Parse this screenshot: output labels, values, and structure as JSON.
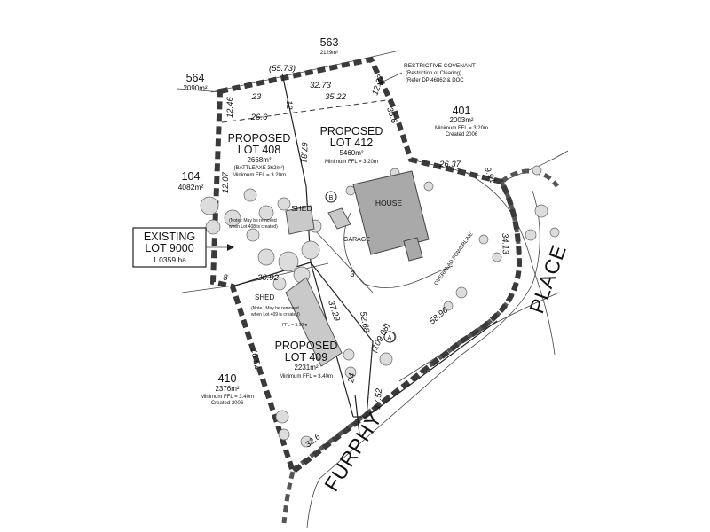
{
  "adjoining_lots": [
    {
      "id": "563",
      "area": "2129m²"
    },
    {
      "id": "564",
      "area": "2090m²"
    },
    {
      "id": "401",
      "area": "2003m²",
      "ffl": "Minimum FFL = 3.20m",
      "created": "Created 2006"
    },
    {
      "id": "104",
      "area": "4082m²"
    },
    {
      "id": "410",
      "area": "2376m²",
      "ffl": "Minimum FFL = 3.40m",
      "created": "Created 2006"
    }
  ],
  "proposed_lots": [
    {
      "line1": "PROPOSED",
      "line2": "LOT 408",
      "area": "2668m²",
      "note": "(BATTLEAXE 362m²)",
      "ffl": "Minimum FFL = 3.20m"
    },
    {
      "line1": "PROPOSED",
      "line2": "LOT 412",
      "area": "5460m²",
      "ffl": "Minimum FFL = 3.20m"
    },
    {
      "line1": "PROPOSED",
      "line2": "LOT 409",
      "area": "2231m²",
      "ffl": "Minimum FFL = 3.40m"
    }
  ],
  "existing_lot": {
    "line1": "EXISTING",
    "line2": "LOT 9000",
    "area": "1.0359 ha"
  },
  "covenant": {
    "line1": "RESTRICTIVE COVENANT",
    "line2": "(Restriction of Clearing)",
    "line3": "(Refer DP 46862 & DOC"
  },
  "structures": {
    "house": "HOUSE",
    "garage": "GARAGE",
    "shed_upper": "SHED",
    "shed_upper_note1": "(Note : May be removed",
    "shed_upper_note2": "when Lot 408 is created)",
    "shed_lower": "SHED",
    "shed_lower_note1": "(Note : May be removed",
    "shed_lower_note2": "when Lot 409 is created)",
    "shed_lower_ffl": "FFL = 3.10m",
    "powerline": "OVERHEAD POWERLINE"
  },
  "roads": {
    "word1": "FURPHY",
    "word2": "PLACE"
  },
  "markers": {
    "a": "A",
    "b": "B"
  },
  "dimensions": {
    "d5573": "(55.73)",
    "d23": "23",
    "d3273": "32.73",
    "d1237": "12.37",
    "d3522": "35.22",
    "d266": "26.6",
    "d1246": "12.46",
    "d12": "12",
    "d366": "36.6",
    "d6781": "67.81",
    "d2637": "26.37",
    "d991": "9.91",
    "d1207": "12.07",
    "d3413": "34.13",
    "d8": "8",
    "d3092": "30.92",
    "d3729": "37.29",
    "d5268": "52.68",
    "d10908": "(109.08)",
    "d5896": "58.96",
    "d7597": "75.97",
    "d24": "24",
    "d1752": "17.52",
    "d326": "32.6",
    "d3": "3"
  }
}
